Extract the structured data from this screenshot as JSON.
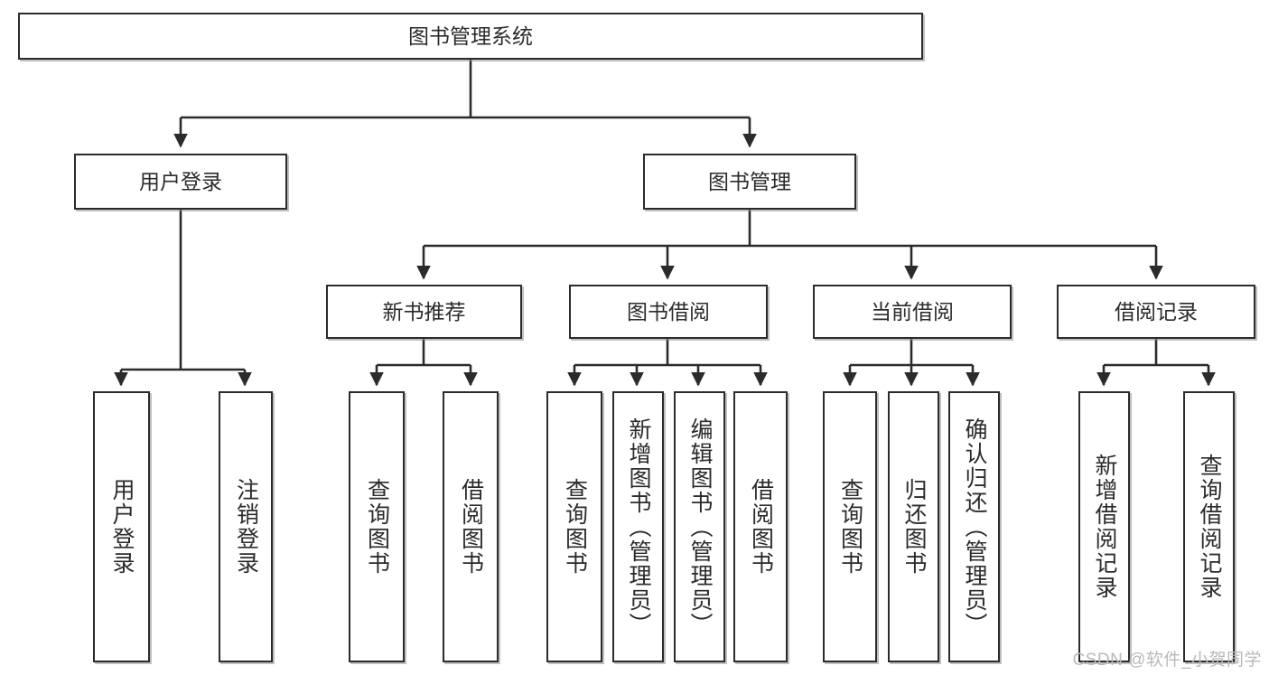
{
  "diagram": {
    "title": "图书管理系统",
    "type": "tree",
    "watermark": "CSDN @软件_小贺同学",
    "colors": {
      "box_border": "#2b2b2b",
      "box_fill": "#ffffff",
      "connector": "#2b2b2b",
      "text": "#2b2b2b",
      "watermark": "#b9b9b9",
      "background": "#ffffff"
    },
    "nodes": {
      "root": {
        "label": "图书管理系统"
      },
      "level2": [
        {
          "id": "user-login",
          "label": "用户登录"
        },
        {
          "id": "book-management",
          "label": "图书管理"
        }
      ],
      "level3": [
        {
          "id": "new-book-recommend",
          "label": "新书推荐"
        },
        {
          "id": "book-borrow",
          "label": "图书借阅"
        },
        {
          "id": "current-borrow",
          "label": "当前借阅"
        },
        {
          "id": "borrow-record",
          "label": "借阅记录"
        }
      ],
      "leaves": {
        "user-login": [
          {
            "id": "leaf-user-login",
            "label": "用户登录"
          },
          {
            "id": "leaf-logout-login",
            "label": "注销登录"
          }
        ],
        "new-book-recommend": [
          {
            "id": "leaf-query-book-1",
            "label": "查询图书"
          },
          {
            "id": "leaf-borrow-book-1",
            "label": "借阅图书"
          }
        ],
        "book-borrow": [
          {
            "id": "leaf-query-book-2",
            "label": "查询图书"
          },
          {
            "id": "leaf-add-book",
            "label": "新增图书（管理员）"
          },
          {
            "id": "leaf-edit-book",
            "label": "编辑图书（管理员）"
          },
          {
            "id": "leaf-borrow-book-2",
            "label": "借阅图书"
          }
        ],
        "current-borrow": [
          {
            "id": "leaf-query-book-3",
            "label": "查询图书"
          },
          {
            "id": "leaf-return-book",
            "label": "归还图书"
          },
          {
            "id": "leaf-confirm-return",
            "label": "确认归还（管理员）"
          }
        ],
        "borrow-record": [
          {
            "id": "leaf-add-record",
            "label": "新增借阅记录"
          },
          {
            "id": "leaf-query-record",
            "label": "查询借阅记录"
          }
        ]
      }
    }
  }
}
